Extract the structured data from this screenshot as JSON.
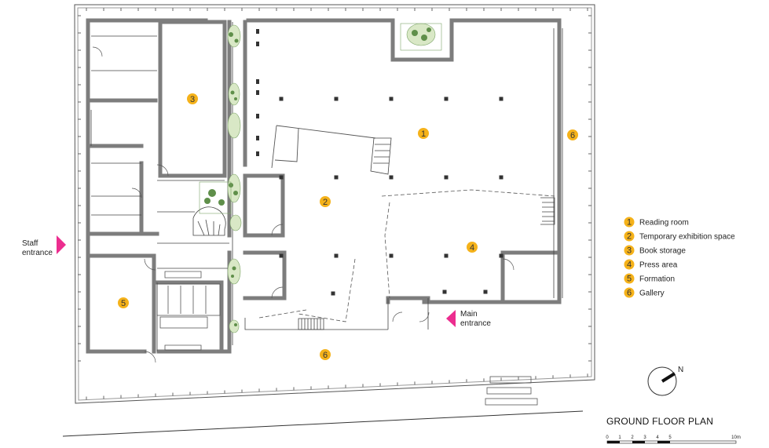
{
  "title": "GROUND FLOOR PLAN",
  "north_label": "N",
  "entrances": {
    "staff": [
      "Staff",
      "entrance"
    ],
    "main": [
      "Main",
      "entrance"
    ]
  },
  "legend": [
    {
      "num": "1",
      "label": "Reading room"
    },
    {
      "num": "2",
      "label": "Temporary exhibition space"
    },
    {
      "num": "3",
      "label": "Book storage"
    },
    {
      "num": "4",
      "label": "Press area"
    },
    {
      "num": "5",
      "label": "Formation"
    },
    {
      "num": "6",
      "label": "Gallery"
    }
  ],
  "room_markers": [
    "1",
    "2",
    "3",
    "4",
    "5",
    "6",
    "6"
  ],
  "scale": {
    "ticks": [
      "0",
      "1",
      "2",
      "3",
      "4",
      "5",
      "10m"
    ]
  },
  "colors": {
    "marker": "#f5b21a",
    "entrance_arrow": "#ec2d8f",
    "wall": "#7d7d7d",
    "line": "#333333"
  }
}
